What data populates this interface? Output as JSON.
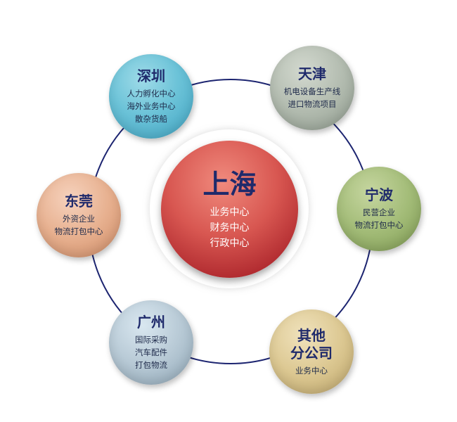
{
  "center": {
    "title": "上海",
    "lines": [
      "业务中心",
      "财务中心",
      "行政中心"
    ]
  },
  "nodes": {
    "shenzhen": {
      "title": "深圳",
      "lines": [
        "人力孵化中心",
        "海外业务中心",
        "散杂货船"
      ]
    },
    "tianjin": {
      "title": "天津",
      "lines": [
        "机电设备生产线",
        "进口物流项目"
      ]
    },
    "dongguan": {
      "title": "东莞",
      "lines": [
        "外资企业",
        "物流打包中心"
      ]
    },
    "ningbo": {
      "title": "宁波",
      "lines": [
        "民营企业",
        "物流打包中心"
      ]
    },
    "guangzhou": {
      "title": "广州",
      "lines": [
        "国际采购",
        "汽车配件",
        "打包物流"
      ]
    },
    "other": {
      "title": "其他\n分公司",
      "lines": [
        "业务中心"
      ]
    }
  },
  "colors": {
    "ring": "#1c2470",
    "title": "#1f2a6b",
    "center_red": "#c0393b"
  }
}
